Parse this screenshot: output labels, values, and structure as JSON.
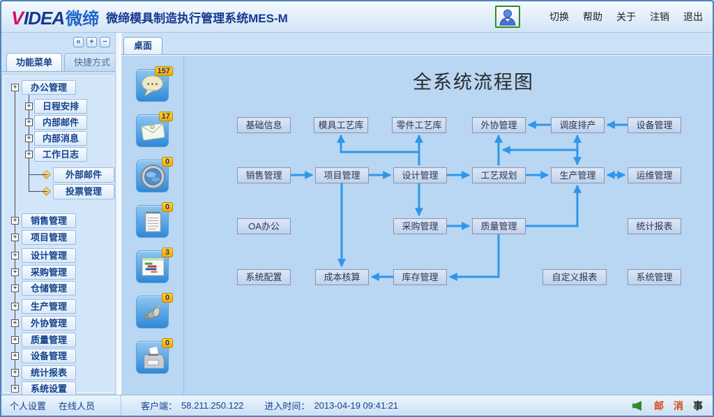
{
  "header": {
    "logo": {
      "v": "V",
      "idea": "IDEA",
      "cn": "微缔"
    },
    "app_title": "微缔模具制造执行管理系统MES-M",
    "links": [
      "切换",
      "帮助",
      "关于",
      "注销",
      "退出"
    ]
  },
  "sidebar": {
    "minibar": {
      "collapse": "«",
      "plus": "+",
      "minus": "−"
    },
    "tabs": [
      {
        "label": "功能菜单"
      },
      {
        "label": "快捷方式"
      }
    ],
    "tree": {
      "office": "办公管理",
      "office_children": [
        "日程安排",
        "内部邮件",
        "内部消息",
        "工作日志"
      ],
      "office_grandchildren": [
        "外部邮件",
        "投票管理"
      ],
      "roots": [
        "销售管理",
        "项目管理",
        "设计管理",
        "采购管理",
        "仓储管理",
        "生产管理",
        "外协管理",
        "质量管理",
        "设备管理",
        "统计报表",
        "系统设置"
      ]
    }
  },
  "dock": {
    "items": [
      {
        "icon": "chat-bubble-icon",
        "badge": "157"
      },
      {
        "icon": "envelope-icon",
        "badge": "17"
      },
      {
        "icon": "globe-icon",
        "badge": "0"
      },
      {
        "icon": "notepad-icon",
        "badge": "0"
      },
      {
        "icon": "gantt-chart-icon",
        "badge": "3"
      },
      {
        "icon": "megaphone-icon",
        "badge": "0"
      },
      {
        "icon": "ballot-box-icon",
        "badge": "0"
      }
    ]
  },
  "main": {
    "tab_label": "桌面",
    "flow": {
      "title": "全系统流程图",
      "boxes": [
        {
          "label": "基础信息"
        },
        {
          "label": "模具工艺库"
        },
        {
          "label": "零件工艺库"
        },
        {
          "label": "外协管理"
        },
        {
          "label": "调度排产"
        },
        {
          "label": "设备管理"
        },
        {
          "label": "销售管理"
        },
        {
          "label": "项目管理"
        },
        {
          "label": "设计管理"
        },
        {
          "label": "工艺规划"
        },
        {
          "label": "生产管理"
        },
        {
          "label": "运维管理"
        },
        {
          "label": "OA办公"
        },
        {
          "label": "采购管理"
        },
        {
          "label": "质量管理"
        },
        {
          "label": "统计报表"
        },
        {
          "label": "系统配置"
        },
        {
          "label": "成本核算"
        },
        {
          "label": "库存管理"
        },
        {
          "label": "自定义报表"
        },
        {
          "label": "系统管理"
        }
      ]
    }
  },
  "status": {
    "personal": "个人设置",
    "online": "在线人员",
    "client_label": "客户端：",
    "client_ip": "58.211.250.122",
    "time_label": "进入时间：",
    "time": "2013-04-19 09:41:21",
    "tray": [
      "邮",
      "消",
      "事"
    ]
  }
}
